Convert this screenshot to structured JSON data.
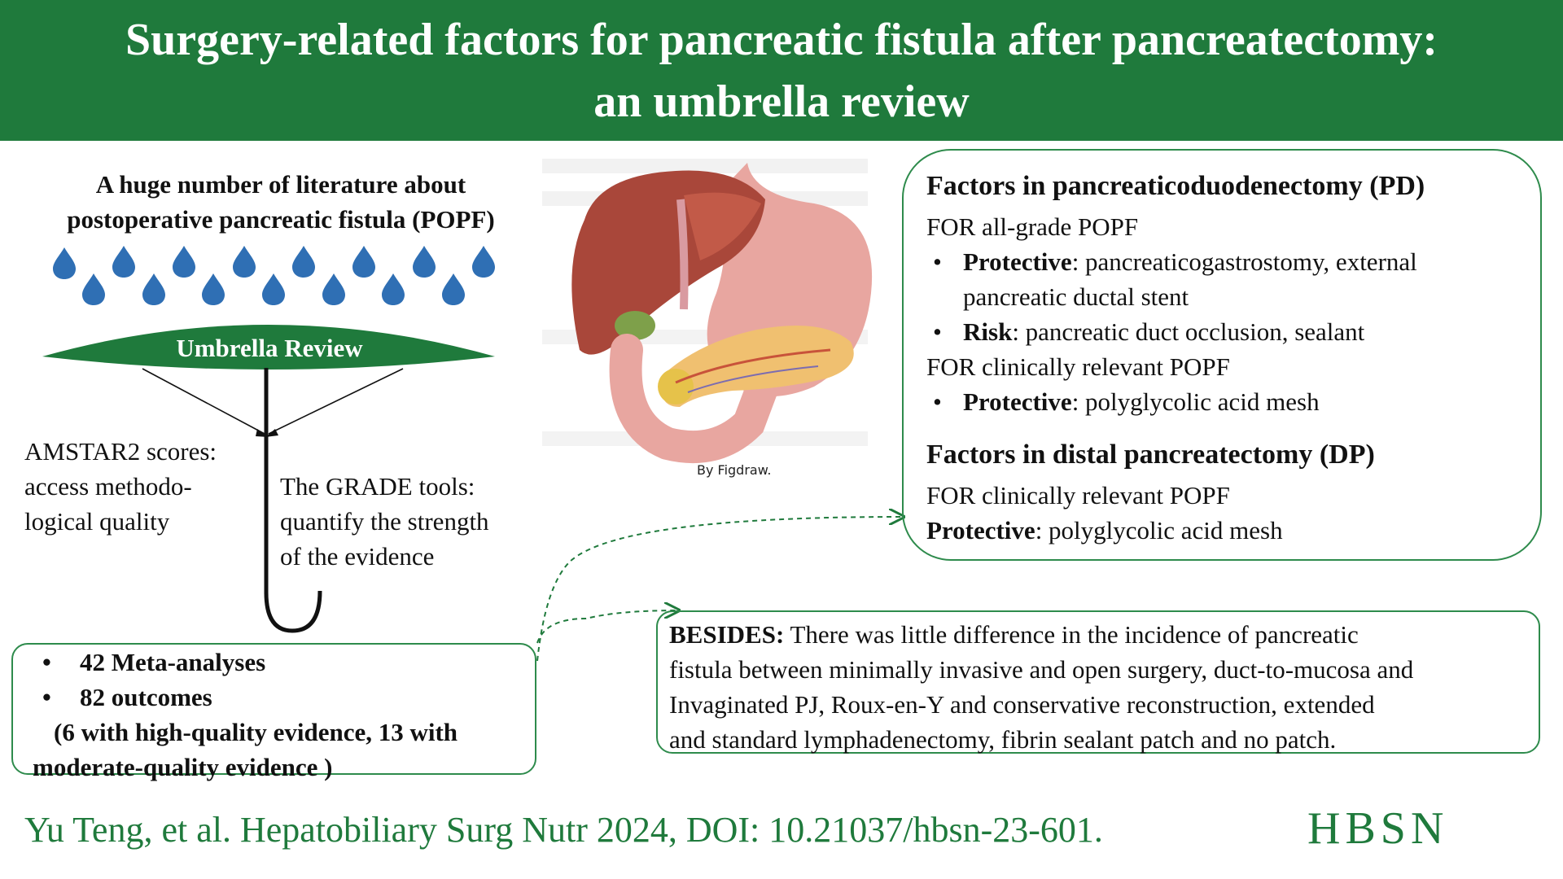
{
  "header": {
    "title_line1": "Surgery-related factors for pancreatic fistula after pancreatectomy:",
    "title_line2": "an umbrella review"
  },
  "left": {
    "heading_line1": "A huge number of literature about",
    "heading_line2": "postoperative pancreatic fistula (POPF)",
    "umbrella_label": "Umbrella Review",
    "amstar_lines": [
      "AMSTAR2 scores:",
      "access methodo-",
      "logical quality"
    ],
    "grade_lines": [
      "The GRADE tools:",
      "quantify the strength",
      "of the evidence"
    ],
    "meta_box": {
      "bullet1": "42 Meta-analyses",
      "bullet2": "82 outcomes",
      "note_line1": "(6 with high-quality evidence, 13 with",
      "note_line2": "moderate-quality evidence )"
    }
  },
  "illustration": {
    "credit": "By Figdraw."
  },
  "pd_box": {
    "heading": "Factors in pancreaticoduodenectomy (PD)",
    "all_grade": "FOR all-grade POPF",
    "protective_label": "Protective",
    "protective_text_line1": ": pancreaticogastrostomy, external",
    "protective_text_line2": "pancreatic ductal stent",
    "risk_label": "Risk",
    "risk_text": ": pancreatic duct occlusion, sealant",
    "clinically_relevant": "FOR clinically relevant POPF",
    "protective2_label": "Protective",
    "protective2_text": ": polyglycolic acid mesh",
    "dp_heading": "Factors in distal pancreatectomy (DP)",
    "dp_clinically_relevant": "FOR clinically relevant POPF",
    "dp_protective_label": "Protective",
    "dp_protective_text": ": polyglycolic acid mesh"
  },
  "besides_box": {
    "label": "BESIDES:",
    "line1": " There was little difference in the incidence of pancreatic",
    "line2": "fistula between minimally invasive and open surgery, duct-to-mucosa and",
    "line3": "Invaginated PJ, Roux-en-Y and conservative reconstruction, extended",
    "line4": "and standard lymphadenectomy, fibrin sealant patch and no patch."
  },
  "footer": {
    "citation": "Yu Teng, et al. Hepatobiliary Surg Nutr 2024, DOI: 10.21037/hbsn-23-601.",
    "journal": "HBSN"
  },
  "colors": {
    "brand_green": "#1f7a3c",
    "drop_blue": "#2f6fb4",
    "box_border": "#2e8b4c"
  },
  "icons": [
    "water-drop-icon",
    "umbrella-icon",
    "liver-pancreas-illustration"
  ]
}
